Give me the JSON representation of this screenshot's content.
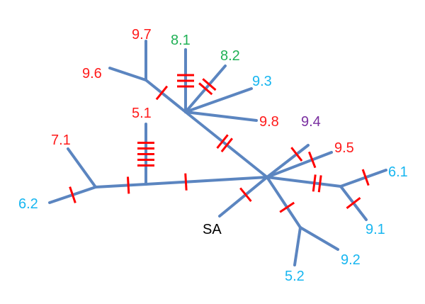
{
  "colors": {
    "edge": "#5b85c0",
    "mutation_tick": "#ff0000",
    "red": "#ff1a1a",
    "green": "#1fb055",
    "cyan": "#17b6f0",
    "purple": "#7a2fa0",
    "black": "#000000"
  },
  "nodes": {
    "n_9_7": {
      "label": "9.7",
      "color": "red"
    },
    "n_8_1": {
      "label": "8.1",
      "color": "green"
    },
    "n_8_2": {
      "label": "8.2",
      "color": "green"
    },
    "n_9_6": {
      "label": "9.6",
      "color": "red"
    },
    "n_9_3": {
      "label": "9.3",
      "color": "cyan"
    },
    "n_5_1": {
      "label": "5.1",
      "color": "red"
    },
    "n_9_8": {
      "label": "9.8",
      "color": "red"
    },
    "n_9_4": {
      "label": "9.4",
      "color": "purple"
    },
    "n_7_1": {
      "label": "7.1",
      "color": "red"
    },
    "n_9_5": {
      "label": "9.5",
      "color": "red"
    },
    "n_6_1": {
      "label": "6.1",
      "color": "cyan"
    },
    "n_6_2": {
      "label": "6.2",
      "color": "cyan"
    },
    "n_sa": {
      "label": "SA",
      "color": "black"
    },
    "n_9_1": {
      "label": "9.1",
      "color": "cyan"
    },
    "n_9_2": {
      "label": "9.2",
      "color": "cyan"
    },
    "n_5_2": {
      "label": "5.2",
      "color": "cyan"
    }
  },
  "edges": [
    {
      "id": "e_left_62",
      "mutations": 1
    },
    {
      "id": "e_left_71",
      "mutations": 0
    },
    {
      "id": "e_left_51",
      "mutations": 1
    },
    {
      "id": "e_51_stem",
      "mutations": 5
    },
    {
      "id": "e_51_hub",
      "mutations": 1
    },
    {
      "id": "e_hub_upper",
      "mutations": 2
    },
    {
      "id": "e_upper_96j",
      "mutations": 1
    },
    {
      "id": "e_96j_97",
      "mutations": 0
    },
    {
      "id": "e_96j_96",
      "mutations": 0
    },
    {
      "id": "e_upper_81",
      "mutations": 3
    },
    {
      "id": "e_upper_82",
      "mutations": 2
    },
    {
      "id": "e_upper_93",
      "mutations": 0
    },
    {
      "id": "e_upper_98",
      "mutations": 0
    },
    {
      "id": "e_hub_94",
      "mutations": 1
    },
    {
      "id": "e_hub_95",
      "mutations": 1
    },
    {
      "id": "e_hub_61j",
      "mutations": 2
    },
    {
      "id": "e_61j_61",
      "mutations": 1
    },
    {
      "id": "e_61j_91",
      "mutations": 1
    },
    {
      "id": "e_hub_sa",
      "mutations": 1
    },
    {
      "id": "e_hub_52j",
      "mutations": 1
    },
    {
      "id": "e_52j_52",
      "mutations": 0
    },
    {
      "id": "e_52j_92",
      "mutations": 0
    }
  ]
}
